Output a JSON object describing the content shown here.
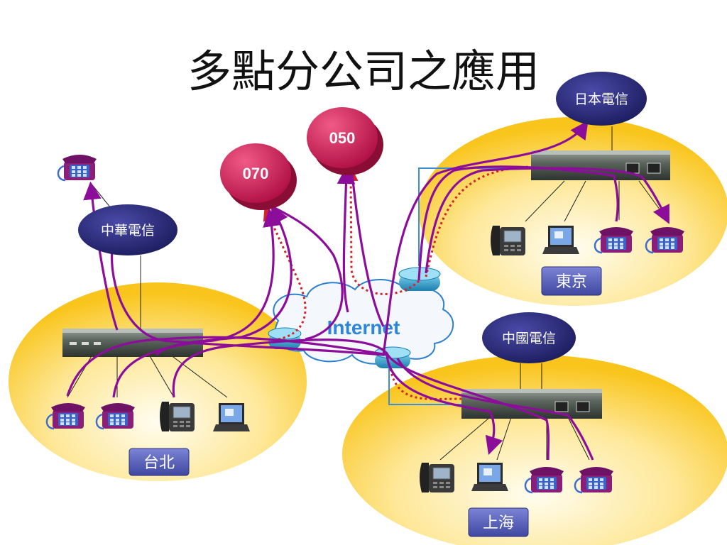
{
  "title": "多點分公司之應用",
  "providers": {
    "cht": "中華電信",
    "ntt": "日本電信",
    "ct": "中國電信"
  },
  "numbers": {
    "n070": "070",
    "n050": "050"
  },
  "cloud_label": "Internet",
  "sites": {
    "taipei": "台北",
    "tokyo": "東京",
    "shanghai": "上海"
  },
  "colors": {
    "site_fill": "#fcd23a",
    "provider_fill": "#2a2a78",
    "number_fill": "#c2134f",
    "path_purple": "#8d0d9b",
    "path_red_dotted": "#d8222a",
    "link_blue": "#3a8fd6",
    "cloud_outline": "#2d7fd0",
    "label_box": "#5b63b8"
  }
}
